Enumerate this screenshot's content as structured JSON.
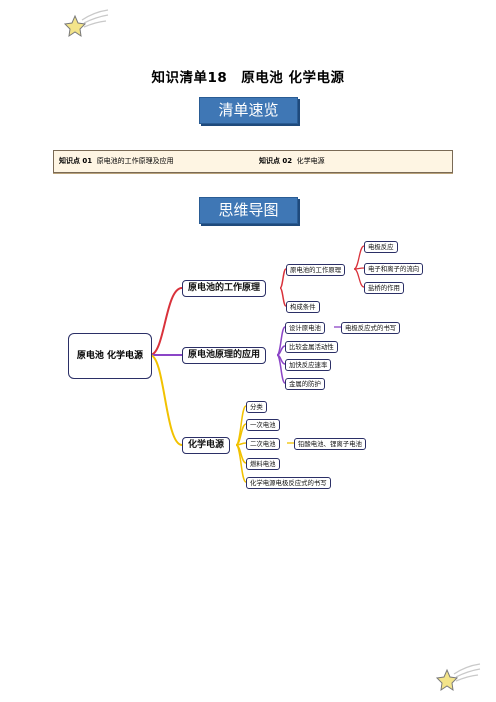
{
  "title": "知识清单18　原电池  化学电源",
  "banner_overview": "清单速览",
  "banner_mindmap": "思维导图",
  "knowledge_points": [
    {
      "tag": "知识点 01",
      "text": "原电池的工作原理及应用"
    },
    {
      "tag": "知识点 02",
      "text": "化学电源"
    }
  ],
  "mindmap": {
    "root": "原电池 化学电源",
    "branches": [
      {
        "label": "原电池的工作原理",
        "children": [
          {
            "label": "原电池的工作原理",
            "children": [
              "电极反应",
              "电子和离子的流向",
              "盐桥的作用"
            ]
          },
          {
            "label": "构成条件"
          }
        ]
      },
      {
        "label": "原电池原理的应用",
        "children": [
          {
            "label": "设计原电池",
            "children": [
              "电极反应式的书写"
            ]
          },
          {
            "label": "比较金属活动性"
          },
          {
            "label": "加快反应速率"
          },
          {
            "label": "金属的防护"
          }
        ]
      },
      {
        "label": "化学电源",
        "children": [
          {
            "label": "分类"
          },
          {
            "label": "一次电池"
          },
          {
            "label": "二次电池",
            "children": [
              "铅酸电池、锂离子电池"
            ]
          },
          {
            "label": "燃料电池"
          },
          {
            "label": "化学电源电极反应式的书写"
          }
        ]
      }
    ]
  },
  "colors": {
    "banner": "#3f77b5",
    "branch_red": "#d9323b",
    "branch_purple": "#8b45c7",
    "branch_yellow": "#f2c200",
    "star": "#f3e48a",
    "box_bg": "#fef5e3"
  }
}
